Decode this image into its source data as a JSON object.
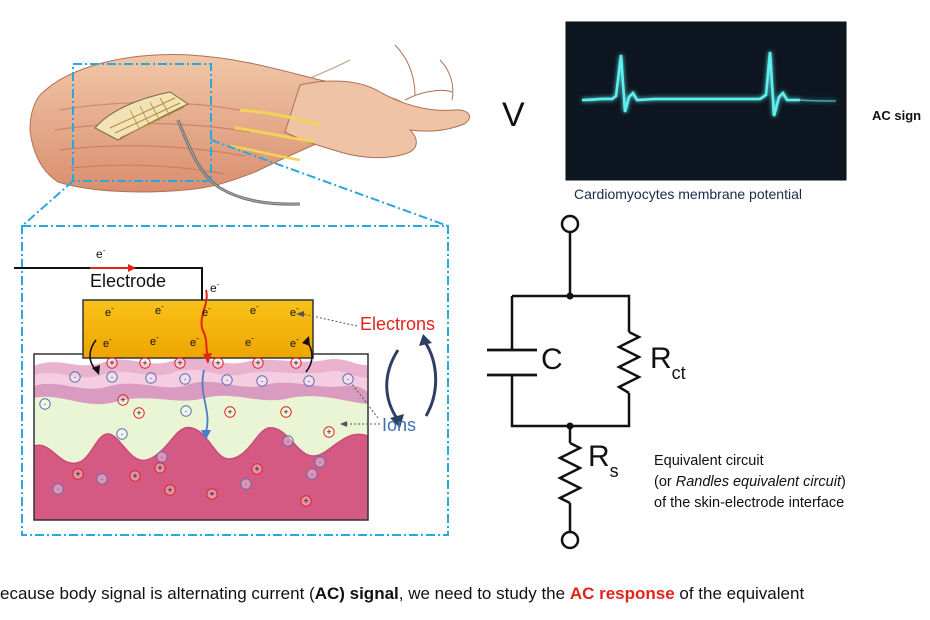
{
  "labels": {
    "electrode": "Electrode",
    "electrons": "Electrons",
    "ions": "Ions",
    "electron_symbol": "e",
    "electron_sup": "-",
    "plus": "+",
    "minus": "-",
    "voltage": "V",
    "ac_signal": "AC sign",
    "ecg_caption": "Cardiomyocytes membrane potential",
    "capacitor": "C",
    "rct_main": "R",
    "rct_sub": "ct",
    "rs_main": "R",
    "rs_sub": "s"
  },
  "equivalent_text": {
    "line1": "Equivalent circuit",
    "line2_prefix": "(or ",
    "line2_italic": "Randles equivalent circuit",
    "line2_suffix": ")",
    "line3": "of the skin-electrode interface"
  },
  "bottom": {
    "part1": "ecause body signal is alternating current (",
    "part2_bold": "AC) signal",
    "part3": ", we need to study the ",
    "part4_red": "AC response",
    "part5": " of the equivalent"
  },
  "colors": {
    "electrode_gold": "#f4b400",
    "skin_pink": "#e9b3cf",
    "skin_green": "#eaf5d6",
    "skin_dark": "#d45a83",
    "dash_blue": "#29a8e0",
    "electron_red": "#e2231a",
    "ion_blue": "#3d6fb3",
    "arrow_navy": "#2e3f66",
    "ecg_bg": "#0d1620",
    "ecg_trace": "#5ff0f0"
  }
}
